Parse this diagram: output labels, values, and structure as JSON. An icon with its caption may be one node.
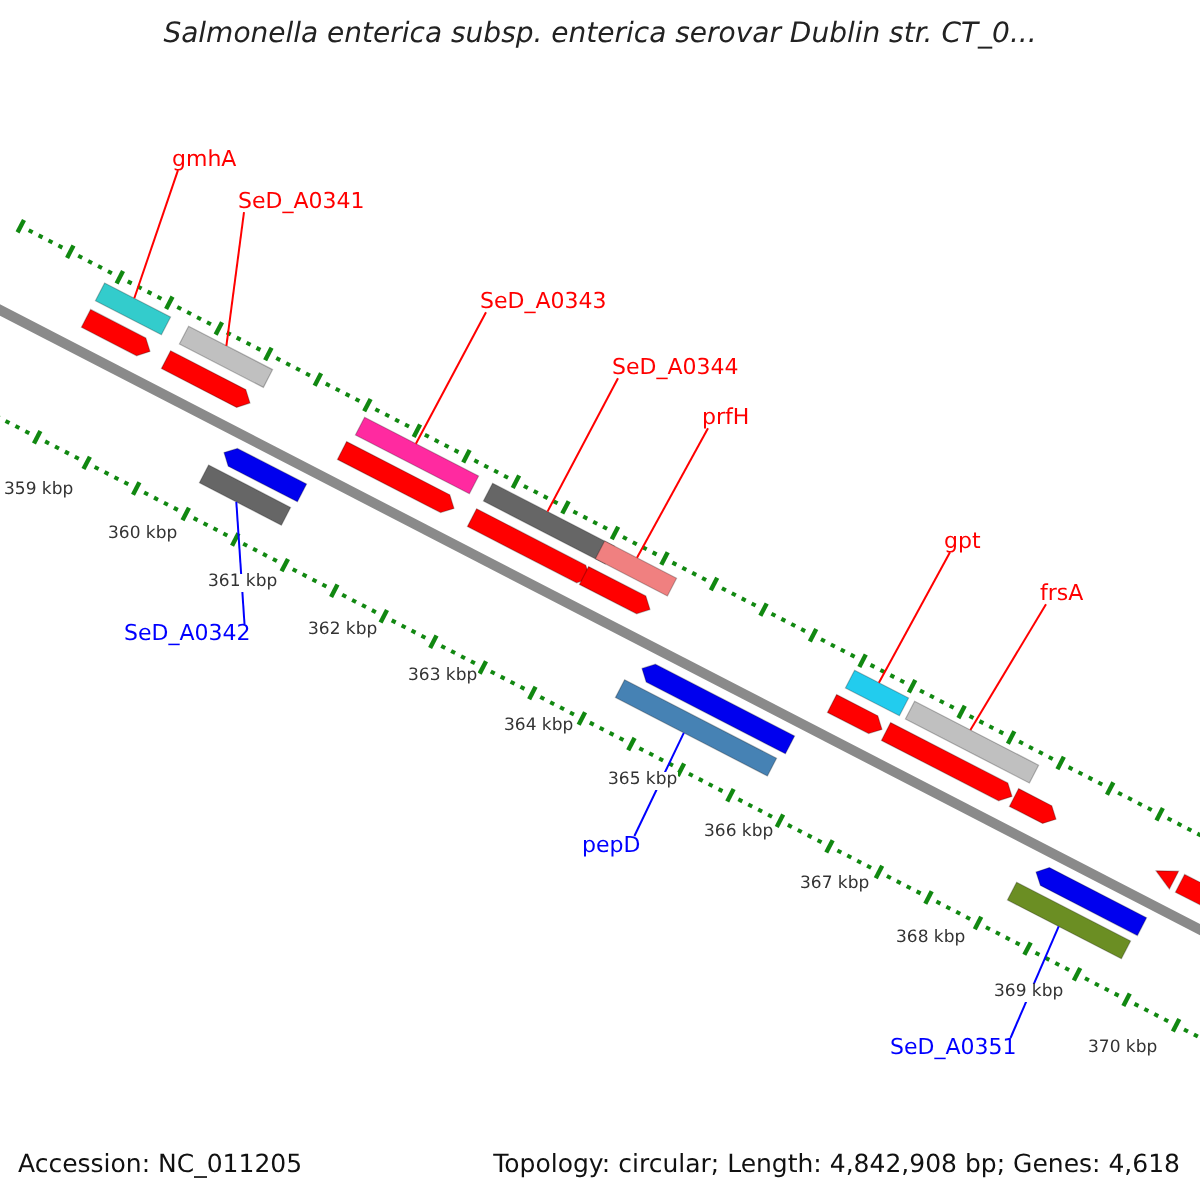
{
  "diagram": {
    "title": "Salmonella enterica subsp. enterica serovar Dublin str. CT_0...",
    "nodes": [
      {
        "text": [
          "gmhA"
        ]
      },
      {
        "text": [
          "SeD_A0341"
        ]
      },
      {
        "text": [
          "SeD_A0343"
        ]
      },
      {
        "text": [
          "SeD_A0344"
        ]
      },
      {
        "text": [
          "prfH"
        ]
      },
      {
        "text": [
          "gpt"
        ]
      },
      {
        "text": [
          "frsA"
        ]
      },
      {
        "text": [
          "SeD_A0342"
        ]
      },
      {
        "text": [
          "pepD"
        ]
      },
      {
        "text": [
          "SeD_A0351"
        ]
      },
      {
        "text": [],
        "shape": "bar"
      },
      {
        "text": [],
        "shape": "bar"
      },
      {
        "text": [],
        "shape": "bar"
      },
      {
        "text": [],
        "shape": "bar"
      },
      {
        "text": [],
        "shape": "bar"
      },
      {
        "text": [],
        "shape": "bar"
      },
      {
        "text": [],
        "shape": "bar"
      },
      {
        "text": [],
        "shape": "bar"
      },
      {
        "text": [],
        "shape": "bar"
      },
      {
        "text": [],
        "shape": "bar"
      },
      {
        "text": [],
        "shape": "pentagon"
      },
      {
        "text": [],
        "shape": "pentagon"
      },
      {
        "text": [],
        "shape": "pentagon"
      },
      {
        "text": [],
        "shape": "pentagon"
      },
      {
        "text": [],
        "shape": "pentagon"
      },
      {
        "text": [],
        "shape": "pentagon"
      },
      {
        "text": [],
        "shape": "pentagon"
      },
      {
        "text": [],
        "shape": "pentagon"
      },
      {
        "text": [],
        "shape": "triangle"
      },
      {
        "text": [],
        "shape": "pentagon"
      },
      {
        "text": [],
        "shape": "pentagon"
      },
      {
        "text": [],
        "shape": "pentagon"
      },
      {
        "text": [],
        "shape": "pentagon"
      }
    ],
    "edges": [
      {
        "from": 0,
        "to": 10,
        "arrow": "none"
      },
      {
        "from": 1,
        "to": 11,
        "arrow": "none"
      },
      {
        "from": 2,
        "to": 12,
        "arrow": "none"
      },
      {
        "from": 3,
        "to": 13,
        "arrow": "none"
      },
      {
        "from": 4,
        "to": 14,
        "arrow": "none"
      },
      {
        "from": 5,
        "to": 15,
        "arrow": "none"
      },
      {
        "from": 6,
        "to": 16,
        "arrow": "none"
      },
      {
        "from": 7,
        "to": 17,
        "arrow": "none",
        "color": "#0000ff"
      },
      {
        "from": 8,
        "to": 18,
        "arrow": "none",
        "color": "#0000ff"
      },
      {
        "from": 9,
        "to": 19,
        "arrow": "none",
        "color": "#0000ff"
      }
    ],
    "labels": [
      "359 kbp",
      "360 kbp",
      "361 kbp",
      "362 kbp",
      "363 kbp",
      "364 kbp",
      "365 kbp",
      "366 kbp",
      "367 kbp",
      "368 kbp",
      "369 kbp",
      "370 kbp",
      "Accession: NC_011205",
      "Topology: circular; Length: 4,842,908 bp; Genes: 4,618"
    ]
  }
}
